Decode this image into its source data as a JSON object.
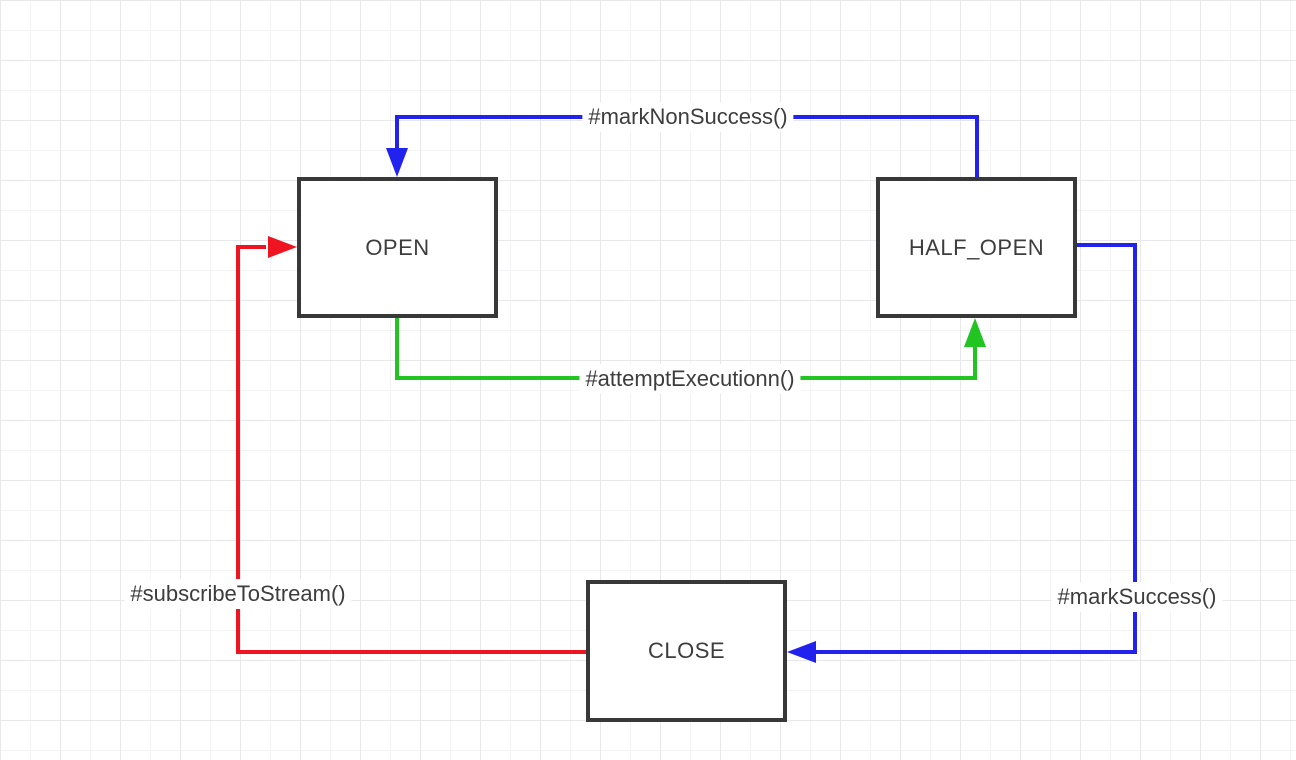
{
  "canvas": {
    "background_color": "#ffffff",
    "grid_minor_color": "#f3f3f6",
    "grid_major_color": "#e7e7ec",
    "box_border_color": "#383838",
    "text_color": "#3d3d3d"
  },
  "diagram": {
    "states": [
      {
        "id": "open",
        "label": "OPEN"
      },
      {
        "id": "half-open",
        "label": "HALF_OPEN"
      },
      {
        "id": "close",
        "label": "CLOSE"
      }
    ],
    "transitions": [
      {
        "id": "mark-non-success",
        "label": "#markNonSuccess()",
        "from": "HALF_OPEN",
        "to": "OPEN",
        "color": "#2222ee"
      },
      {
        "id": "attempt-execution",
        "label": "#attemptExecutionn()",
        "from": "OPEN",
        "to": "HALF_OPEN",
        "color": "#21c421"
      },
      {
        "id": "mark-success",
        "label": "#markSuccess()",
        "from": "HALF_OPEN",
        "to": "CLOSE",
        "color": "#2222ee"
      },
      {
        "id": "subscribe-to-stream",
        "label": "#subscribeToStream()",
        "from": "CLOSE",
        "to": "OPEN",
        "color": "#ee1420"
      }
    ]
  }
}
